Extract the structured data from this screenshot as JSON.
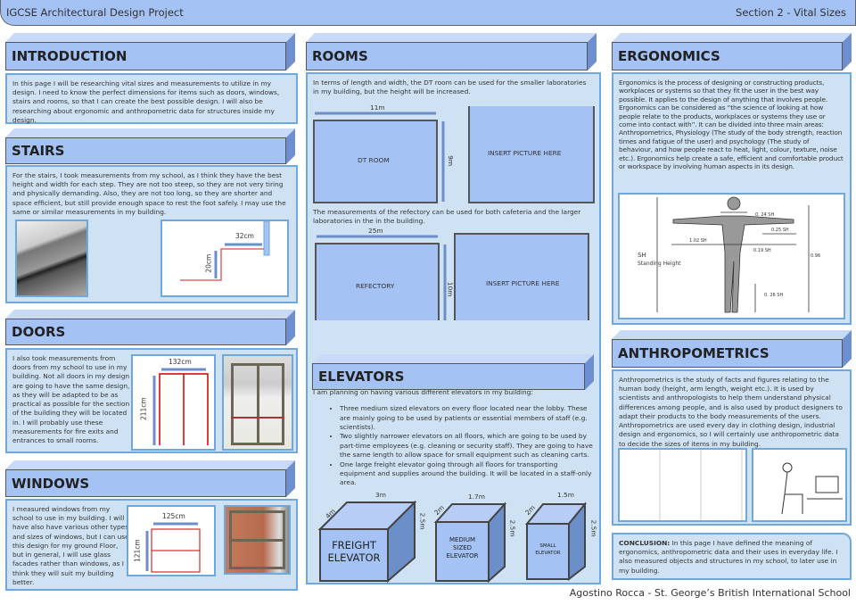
{
  "header": {
    "title": "IGCSE Architectural Design Project",
    "section": "Section 2  - Vital Sizes"
  },
  "introduction": {
    "title": "INTRODUCTION",
    "text": "In this page I will be researching vital sizes and measurements to utilize in my design. I need to know the perfect dimensions for items such as doors, windows, stairs and rooms, so that I can create the best possible design. I will also be researching about ergonomic and anthropometric data for structures inside my design."
  },
  "stairs": {
    "title": "STAIRS",
    "text": "For the stairs, I took measurements from my school, as I think they have the best height and width for each step. They are not too steep, so they are not very tiring and physically demanding. Also, they are not too long, so they are shorter and space efficient, but still provide enough space to rest the foot safely. I may use the same or similar measurements in my building.",
    "width": "32cm",
    "height": "20cm"
  },
  "doors": {
    "title": "DOORS",
    "text": "I also took measurements from doors from my school to use in my building. Not all doors in my design are going to have the same design, as they will be adapted to be as practical as possible for the section of the building they will be located in. I will probably use these measurements for fire exits and entrances to small rooms.",
    "width": "132cm",
    "height": "211cm"
  },
  "windows": {
    "title": "WINDOWS",
    "text": "I measured windows from my school to use in my building. I will have also have various other types and sizes of windows, but I can use this design for my ground Floor, but in general, I will use glass facades rather than windows, as I think they will suit my building better.",
    "width": "125cm",
    "height": "121cm"
  },
  "rooms": {
    "title": "ROOMS",
    "text1": "In terms of length and width, the DT room can be used for the smaller laboratories in my building, but the height will be increased.",
    "dt_label": "DT ROOM",
    "dt_width": "11m",
    "dt_height": "9m",
    "placeholder": "INSERT PICTURE HERE",
    "text2": "The measurements of the refectory can be used for both cafeteria and the larger laboratories in the in the building.",
    "ref_label": "REFECTORY",
    "ref_width": "25m",
    "ref_height": "10m"
  },
  "elevators": {
    "title": "ELEVATORS",
    "intro": "I am planning on having various different elevators in my building:",
    "bullets": [
      "Three medium sized elevators on every floor located near the lobby. These are mainly going to be used by patients or essential members of staff (e.g. scientists).",
      "Two slightly narrower elevators on all floors, which are going to be used by part-time employees (e.g. cleaning or security staff). They are going to have the same length to allow space for small equipment such as cleaning carts.",
      "One large freight elevator going through all floors for transporting equipment and supplies around the building. It will be located in a staff-only area."
    ],
    "boxes": [
      {
        "l1": "FREIGHT",
        "l2": "ELEVATOR",
        "l3": "",
        "w": "3m",
        "d": "4m",
        "h": "2.5m"
      },
      {
        "l1": "MEDIUM",
        "l2": "SIZED",
        "l3": "ELEVATOR",
        "w": "1.7m",
        "d": "2m",
        "h": "2.5m"
      },
      {
        "l1": "SMALL",
        "l2": "ELEVATOR",
        "l3": "",
        "w": "1.5m",
        "d": "2m",
        "h": "2.5m"
      }
    ]
  },
  "ergonomics": {
    "title": "ERGONOMICS",
    "text": "Ergonomics is the process of designing or constructing products, workplaces or systems so that they fit the user in the best way possible. It applies to the design of anything that involves people. Ergonomics can be considered as “the science of looking at how people relate to the products, workplaces or systems they use or come into contact with”. It can be divided into three main areas: Anthropometrics, Physiology (The study of the body strength, reaction times and fatigue of the user) and psychology (The study of behaviour, and how people react to heat, light, colour, texture, noise etc.). Ergonomics help create a safe, efficient and comfortable product or workspace by involving human aspects in its design.",
    "figure": {
      "sh": "SH",
      "standing": "Standing Height",
      "a": "0. 24 SH",
      "b": "0.25 SH",
      "c": "1.02 SH",
      "d": "0.19 SH",
      "e": "0.96",
      "f": "0. 26 SH"
    }
  },
  "anthropometrics": {
    "title": "ANTHROPOMETRICS",
    "text": "Anthropometrics is the study of facts and figures relating to the human body (height, arm length, weight etc.). It is used by scientists and anthropologists to help them understand physical differences among people, and is also used by product designers to adapt their products to the body measurements of the users. Anthropometrics are used every day in clothing design, industrial design and ergonomics, so I will certainly use anthropometric data to decide the sizes of items in my building."
  },
  "conclusion": {
    "label": "CONCLUSION:",
    "text": " In this page I have defined the meaning of ergonomics, anthropometric data and their uses in everyday life. I also measured objects and structures in my school, to later use in my building."
  },
  "footer": "Agostino Rocca - St. George’s British International School",
  "colors": {
    "header": "#a4c2f4",
    "box": "#cfe2f3",
    "border": "#6fa8dc",
    "measure": "#cc0000"
  }
}
